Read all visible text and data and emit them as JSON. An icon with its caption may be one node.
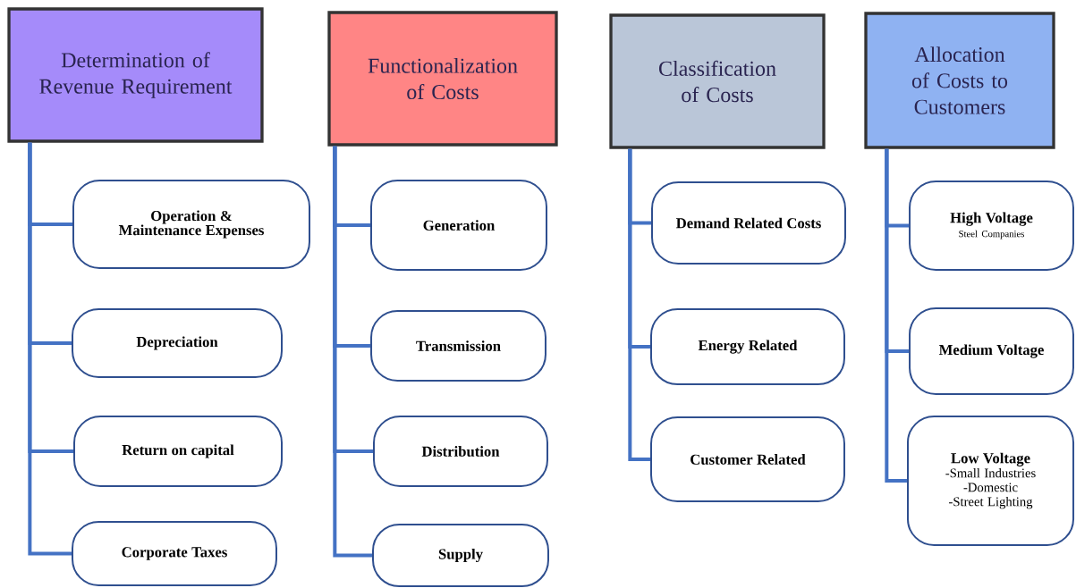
{
  "diagram": {
    "nodes": [
      {
        "text": [
          "Determination of Revenue Requirement"
        ]
      },
      {
        "text": [
          "Functionalization of Costs"
        ]
      },
      {
        "text": [
          "Classification of Costs"
        ]
      },
      {
        "text": [
          "Allocation of Costs to Customers"
        ]
      },
      {
        "text": [
          "Operation & Maintenance Expenses"
        ]
      },
      {
        "text": [
          "Depreciation"
        ]
      },
      {
        "text": [
          "Return on capital"
        ]
      },
      {
        "text": [
          "Corporate Taxes"
        ]
      },
      {
        "text": [
          "Generation"
        ]
      },
      {
        "text": [
          "Transmission"
        ]
      },
      {
        "text": [
          "Distribution"
        ]
      },
      {
        "text": [
          "Supply"
        ]
      },
      {
        "text": [
          "Demand Related Costs"
        ]
      },
      {
        "text": [
          "Energy Related"
        ]
      },
      {
        "text": [
          "Customer Related"
        ]
      },
      {
        "text": [
          "High Voltage",
          "Steel Companies"
        ]
      },
      {
        "text": [
          "Medium Voltage"
        ]
      },
      {
        "text": [
          "Low Voltage",
          "-Small Industries",
          "-Domestic",
          "-Street Lighting"
        ]
      }
    ],
    "edges": [
      {
        "from": 0,
        "to": 4,
        "arrow": "none"
      },
      {
        "from": 0,
        "to": 5,
        "arrow": "none"
      },
      {
        "from": 0,
        "to": 6,
        "arrow": "none"
      },
      {
        "from": 0,
        "to": 7,
        "arrow": "none"
      },
      {
        "from": 1,
        "to": 8,
        "arrow": "none"
      },
      {
        "from": 1,
        "to": 9,
        "arrow": "none"
      },
      {
        "from": 1,
        "to": 10,
        "arrow": "none"
      },
      {
        "from": 1,
        "to": 11,
        "arrow": "none"
      },
      {
        "from": 2,
        "to": 12,
        "arrow": "none"
      },
      {
        "from": 2,
        "to": 13,
        "arrow": "none"
      },
      {
        "from": 2,
        "to": 14,
        "arrow": "none"
      },
      {
        "from": 3,
        "to": 15,
        "arrow": "none"
      },
      {
        "from": 3,
        "to": 16,
        "arrow": "none"
      },
      {
        "from": 3,
        "to": 17,
        "arrow": "none"
      }
    ]
  }
}
